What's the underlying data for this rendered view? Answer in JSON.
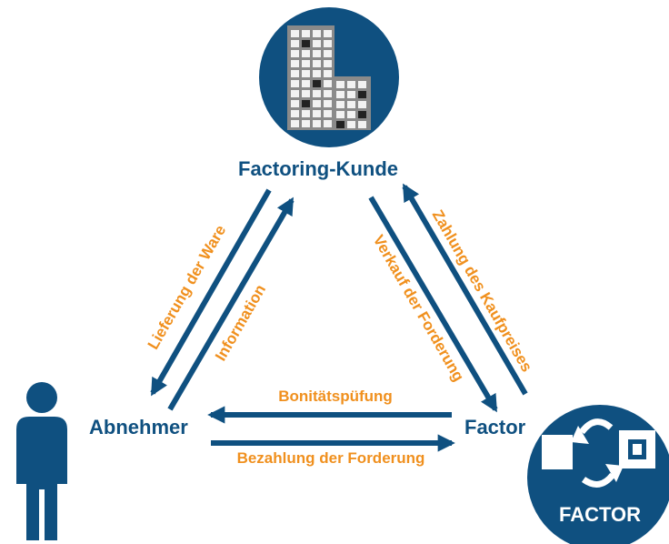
{
  "colors": {
    "primary": "#0f5080",
    "accent": "#f0901e",
    "white": "#ffffff",
    "grid_light": "#e6e6e6",
    "grid_dark": "#2a2a2a"
  },
  "nodes": {
    "kunde": {
      "label": "Factoring-Kunde",
      "icon": "office-building-icon"
    },
    "abnehmer": {
      "label": "Abnehmer",
      "icon": "person-icon"
    },
    "factor": {
      "label": "Factor",
      "icon": "factor-exchange-icon",
      "badge_text": "FACTOR"
    }
  },
  "edges": {
    "lieferung": "Lieferung der Ware",
    "information": "Information",
    "verkauf": "Verkauf der Forderung",
    "zahlung": "Zahlung des Kaufpreises",
    "bonitaet": "Bonitätspüfung",
    "bezahlung": "Bezahlung der Forderung"
  }
}
